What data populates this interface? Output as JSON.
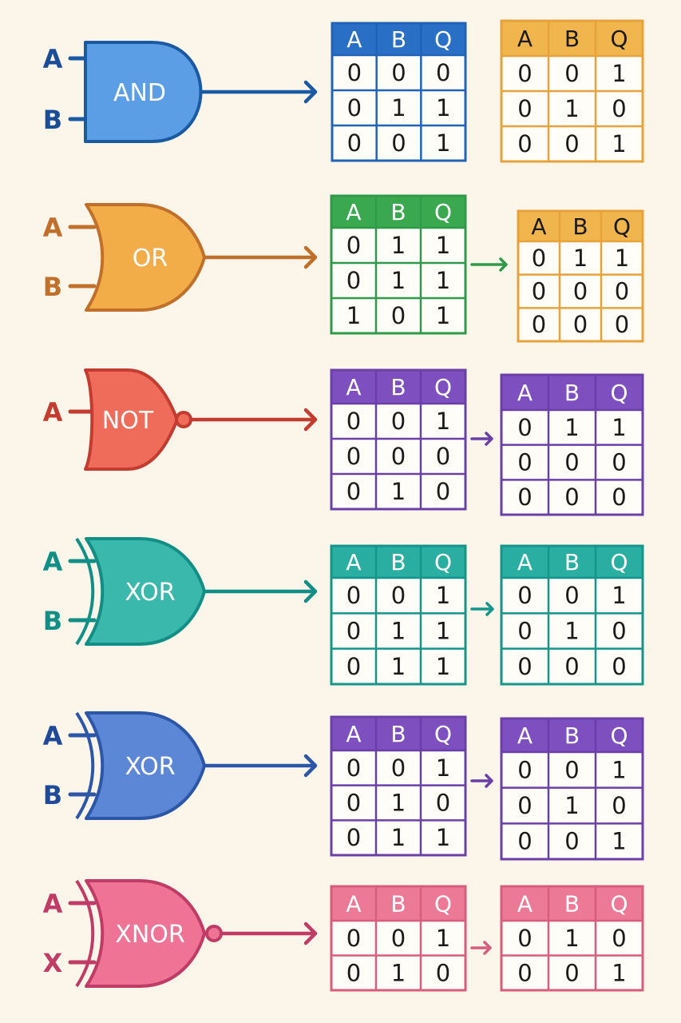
{
  "headers": [
    "A",
    "B",
    "Q"
  ],
  "rows": [
    {
      "gate": {
        "kind": "and",
        "name": "AND",
        "inputs": [
          "A",
          "B"
        ],
        "bubble": false
      },
      "colors": {
        "fill": "#5b9ee6",
        "stroke": "#1a5aa3",
        "wire": "#1a5aa3",
        "label": "#1a4d96"
      },
      "table1": {
        "color": "#1f63b8",
        "header_bg": "#2a6fc6",
        "header_text": "#ffffff",
        "rows": [
          [
            "0",
            "0",
            "0"
          ],
          [
            "0",
            "1",
            "1"
          ],
          [
            "0",
            "0",
            "1"
          ]
        ]
      },
      "table2": {
        "color": "#e8a23a",
        "header_bg": "#f1b54d",
        "header_text": "#1a1a1a",
        "rows": [
          [
            "0",
            "0",
            "1"
          ],
          [
            "0",
            "1",
            "0"
          ],
          [
            "0",
            "0",
            "1"
          ]
        ]
      }
    },
    {
      "gate": {
        "kind": "or",
        "name": "OR",
        "inputs": [
          "A",
          "B"
        ],
        "bubble": false
      },
      "colors": {
        "fill": "#f2ad48",
        "stroke": "#c0702a",
        "wire": "#c0702a",
        "label": "#c0702a"
      },
      "table1": {
        "color": "#2e9a4a",
        "header_bg": "#3aa84f",
        "header_text": "#ffffff",
        "rows": [
          [
            "0",
            "1",
            "1"
          ],
          [
            "0",
            "1",
            "1"
          ],
          [
            "1",
            "0",
            "1"
          ]
        ]
      },
      "table2": {
        "color": "#e8a23a",
        "header_bg": "#f1b54d",
        "header_text": "#1a1a1a",
        "rows": [
          [
            "0",
            "1",
            "1"
          ],
          [
            "0",
            "0",
            "0"
          ],
          [
            "0",
            "0",
            "0"
          ]
        ]
      }
    },
    {
      "gate": {
        "kind": "not",
        "name": "NOT",
        "inputs": [
          "A"
        ],
        "bubble": true
      },
      "colors": {
        "fill": "#ef6b5a",
        "stroke": "#c43b30",
        "wire": "#c43b30",
        "label": "#c43b30"
      },
      "table1": {
        "color": "#6b3fa8",
        "header_bg": "#7e4fbf",
        "header_text": "#ffffff",
        "rows": [
          [
            "0",
            "0",
            "1"
          ],
          [
            "0",
            "0",
            "0"
          ],
          [
            "0",
            "1",
            "0"
          ]
        ]
      },
      "table2": {
        "color": "#6b3fa8",
        "header_bg": "#7e4fbf",
        "header_text": "#ffffff",
        "rows": [
          [
            "0",
            "1",
            "1"
          ],
          [
            "0",
            "0",
            "0"
          ],
          [
            "0",
            "0",
            "0"
          ]
        ]
      }
    },
    {
      "gate": {
        "kind": "xor",
        "name": "XOR",
        "inputs": [
          "A",
          "B"
        ],
        "bubble": false
      },
      "colors": {
        "fill": "#3bb8ac",
        "stroke": "#118f86",
        "wire": "#118f86",
        "label": "#118f86"
      },
      "table1": {
        "color": "#14958b",
        "header_bg": "#2aaea2",
        "header_text": "#ffffff",
        "rows": [
          [
            "0",
            "0",
            "1"
          ],
          [
            "0",
            "1",
            "1"
          ],
          [
            "0",
            "1",
            "1"
          ]
        ]
      },
      "table2": {
        "color": "#14958b",
        "header_bg": "#2aaea2",
        "header_text": "#ffffff",
        "rows": [
          [
            "0",
            "0",
            "1"
          ],
          [
            "0",
            "1",
            "0"
          ],
          [
            "0",
            "0",
            "0"
          ]
        ]
      }
    },
    {
      "gate": {
        "kind": "xor",
        "name": "XOR",
        "inputs": [
          "A",
          "B"
        ],
        "bubble": false
      },
      "colors": {
        "fill": "#5c87d6",
        "stroke": "#2c56a8",
        "wire": "#2c56a8",
        "label": "#1f4a99"
      },
      "table1": {
        "color": "#6b3fa8",
        "header_bg": "#7e4fbf",
        "header_text": "#ffffff",
        "rows": [
          [
            "0",
            "0",
            "1"
          ],
          [
            "0",
            "1",
            "0"
          ],
          [
            "0",
            "1",
            "1"
          ]
        ]
      },
      "table2": {
        "color": "#6b3fa8",
        "header_bg": "#7e4fbf",
        "header_text": "#ffffff",
        "rows": [
          [
            "0",
            "0",
            "1"
          ],
          [
            "0",
            "1",
            "0"
          ],
          [
            "0",
            "0",
            "1"
          ]
        ]
      }
    },
    {
      "gate": {
        "kind": "xnor",
        "name": "XNOR",
        "inputs": [
          "A",
          "X"
        ],
        "bubble": true
      },
      "colors": {
        "fill": "#ee7394",
        "stroke": "#c03c67",
        "wire": "#c03c67",
        "label": "#c03c67"
      },
      "table1": {
        "color": "#d85c7c",
        "header_bg": "#ec7a96",
        "header_text": "#ffffff",
        "rows": [
          [
            "0",
            "0",
            "1"
          ],
          [
            "0",
            "1",
            "0"
          ]
        ]
      },
      "table2": {
        "color": "#d85c7c",
        "header_bg": "#ec7a96",
        "header_text": "#ffffff",
        "rows": [
          [
            "0",
            "1",
            "0"
          ],
          [
            "0",
            "0",
            "1"
          ]
        ]
      }
    }
  ]
}
